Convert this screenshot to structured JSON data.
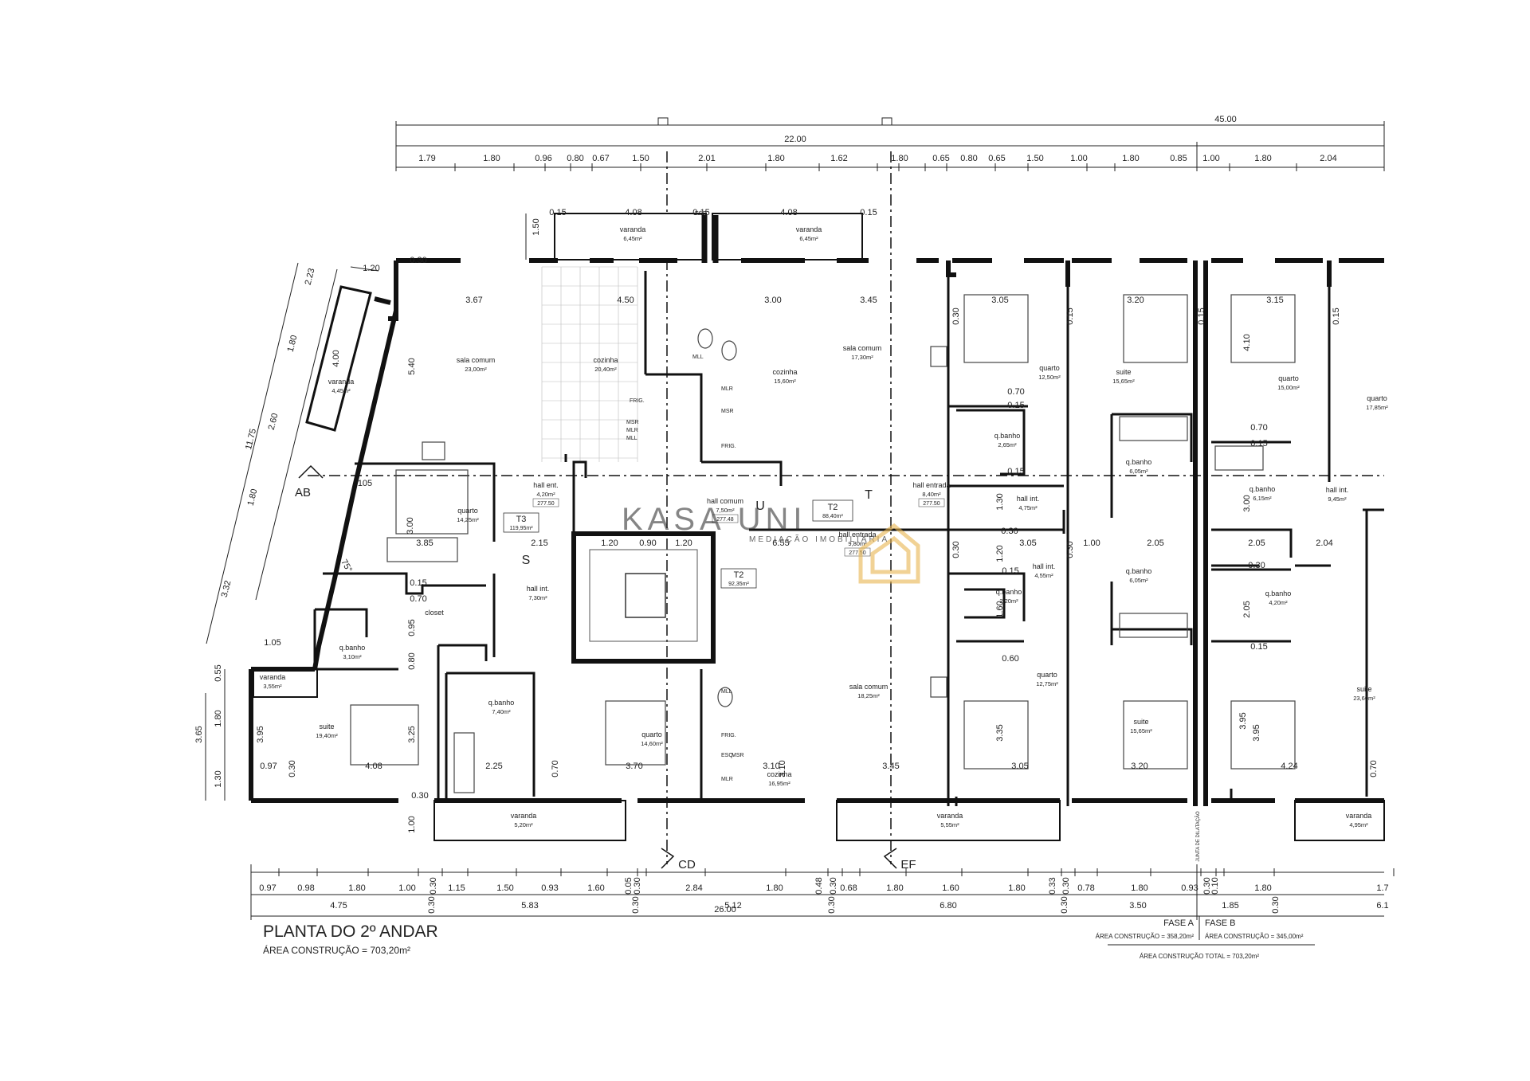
{
  "title": "PLANTA DO 2º ANDAR",
  "subtitle": "ÁREA CONSTRUÇÃO = 703,20m²",
  "watermark": {
    "main": "KASA UNI",
    "sub": "MEDIAÇÃO IMOBILIÁRIA",
    "color": "#e8b44e"
  },
  "phases": {
    "a_label": "FASE A",
    "b_label": "FASE B",
    "a_area": "ÁREA CONSTRUÇÃO = 358,20m²",
    "b_area": "ÁREA CONSTRUÇÃO = 345,00m²",
    "total": "ÁREA CONSTRUÇÃO TOTAL = 703,20m²"
  },
  "section_marks": [
    "AB",
    "CD",
    "EF"
  ],
  "unit_letters": [
    "S",
    "U",
    "T"
  ],
  "unit_letter_color": "#a0208c",
  "expansion_joint": "JUNTA DE DILATAÇÃO",
  "dims": {
    "overall_top": [
      "45.00",
      "22.00"
    ],
    "top_row": [
      "1.79",
      "1.80",
      "0.96",
      "0.80",
      "0.67",
      "1.50",
      "2.01",
      "1.80",
      "1.62",
      "1.80",
      "0.65",
      "0.80",
      "0.65",
      "1.50",
      "1.00",
      "1.80",
      "0.85",
      "1.00",
      "1.80",
      "2.04"
    ],
    "bottom_row": [
      "0.97",
      "0.98",
      "1.80",
      "1.00",
      "0.30",
      "1.15",
      "1.50",
      "0.93",
      "1.60",
      "0.05",
      "0.30",
      "2.84",
      "1.80",
      "0.48",
      "0.30",
      "0.68",
      "1.80",
      "1.60",
      "1.80",
      "0.33",
      "0.30",
      "0.78",
      "1.80",
      "0.93",
      "0.30",
      "0.10",
      "1.80",
      "1.7"
    ],
    "bottom_total_row": [
      "4.75",
      "0.30",
      "5.83",
      "0.30",
      "5.12",
      "0.30",
      "6.80",
      "0.30",
      "3.50",
      "1.85",
      "0.30",
      "6.1"
    ],
    "overall_bottom": "26.00",
    "left_diag": [
      "2.23",
      "1.80",
      "2.60",
      "11.75",
      "1.80",
      "3.32"
    ],
    "left_vert": [
      "0.55",
      "1.80",
      "3.65",
      "1.30"
    ],
    "inner": [
      "1.50",
      "0.15",
      "4.08",
      "0.15",
      "4.08",
      "0.15",
      "1.20",
      "0.30",
      "3.67",
      "4.50",
      "3.00",
      "3.45",
      "3.05",
      "3.20",
      "3.15",
      "4.00",
      "5.40",
      "105",
      "3.00",
      "3.85",
      "2.15",
      "1.20",
      "0.90",
      "1.20",
      "6.55",
      "0.30",
      "3.05",
      "1.00",
      "2.05",
      "2.05",
      "2.04",
      "0.30",
      "75°",
      "0.15",
      "0.70",
      "0.95",
      "0.80",
      "1.05",
      "3.95",
      "3.25",
      "4.08",
      "2.25",
      "0.70",
      "3.70",
      "3.10",
      "3.45",
      "3.05",
      "3.20",
      "4.24",
      "3.95",
      "0.70",
      "0.97",
      "0.30",
      "1.00",
      "0.30",
      "3.10",
      "0.70",
      "0.15",
      "0.15",
      "1.20",
      "1.30",
      "0.15",
      "0.60",
      "1.60",
      "3.35",
      "3.95",
      "4.10",
      "0.70",
      "0.15",
      "3.00",
      "2.05",
      "0.15",
      "0.30",
      "0.15",
      "0.15",
      "0.15",
      "0.30",
      "0.30"
    ]
  },
  "fixture_labels": [
    "MLL",
    "MLR",
    "MSR",
    "FRIG.",
    "ESQ.",
    "MLL",
    "MLR",
    "MSR",
    "FRIG.",
    "ESQ.",
    "MSR",
    "MLR",
    "MLL",
    "FRIG."
  ],
  "units": [
    {
      "name": "T3",
      "area": "119,95m²"
    },
    {
      "name": "T2",
      "area": "88,40m²"
    },
    {
      "name": "T2",
      "area": "92,35m²"
    }
  ],
  "rooms": [
    {
      "name": "varanda",
      "area": "6,45m²"
    },
    {
      "name": "varanda",
      "area": "6,45m²"
    },
    {
      "name": "sala comum",
      "area": "23,00m²"
    },
    {
      "name": "cozinha",
      "area": "20,40m²"
    },
    {
      "name": "cozinha",
      "area": "15,60m²"
    },
    {
      "name": "sala comum",
      "area": "17,30m²"
    },
    {
      "name": "quarto",
      "area": "12,50m²"
    },
    {
      "name": "suite",
      "area": "15,65m²"
    },
    {
      "name": "quarto",
      "area": "15,00m²"
    },
    {
      "name": "quarto",
      "area": "17,85m²"
    },
    {
      "name": "varanda",
      "area": "4,45m²"
    },
    {
      "name": "quarto",
      "area": "14,25m²"
    },
    {
      "name": "hall ent.",
      "area": "4,20m²",
      "level": "277.50"
    },
    {
      "name": "hall comum",
      "area": "7,50m²",
      "level": "277.48"
    },
    {
      "name": "hall entrada",
      "area": "8,40m²",
      "level": "277.50"
    },
    {
      "name": "q.banho",
      "area": "2,65m²"
    },
    {
      "name": "hall int.",
      "area": "4,75m²"
    },
    {
      "name": "q.banho",
      "area": "6,05m²"
    },
    {
      "name": "q.banho",
      "area": "6,15m²"
    },
    {
      "name": "hall int.",
      "area": "9,45m²"
    },
    {
      "name": "hall int.",
      "area": "7,30m²"
    },
    {
      "name": "closet",
      "area": ""
    },
    {
      "name": "hall entrada",
      "area": "9,80m²",
      "level": "277.50"
    },
    {
      "name": "hall int.",
      "area": "4,55m²"
    },
    {
      "name": "q.banho",
      "area": "2,20m²"
    },
    {
      "name": "q.banho",
      "area": "6,05m²"
    },
    {
      "name": "q.banho",
      "area": "4,20m²"
    },
    {
      "name": "q.banho",
      "area": "3,10m²"
    },
    {
      "name": "varanda",
      "area": "3,55m²"
    },
    {
      "name": "suite",
      "area": "19,40m²"
    },
    {
      "name": "q.banho",
      "area": "7,40m²"
    },
    {
      "name": "quarto",
      "area": "14,60m²"
    },
    {
      "name": "cozinha",
      "area": "16,95m²"
    },
    {
      "name": "sala comum",
      "area": "18,25m²"
    },
    {
      "name": "quarto",
      "area": "12,75m²"
    },
    {
      "name": "suite",
      "area": "15,65m²"
    },
    {
      "name": "suite",
      "area": "23,60m²"
    },
    {
      "name": "varanda",
      "area": "5,20m²"
    },
    {
      "name": "varanda",
      "area": "5,55m²"
    },
    {
      "name": "varanda",
      "area": "4,95m²"
    }
  ]
}
